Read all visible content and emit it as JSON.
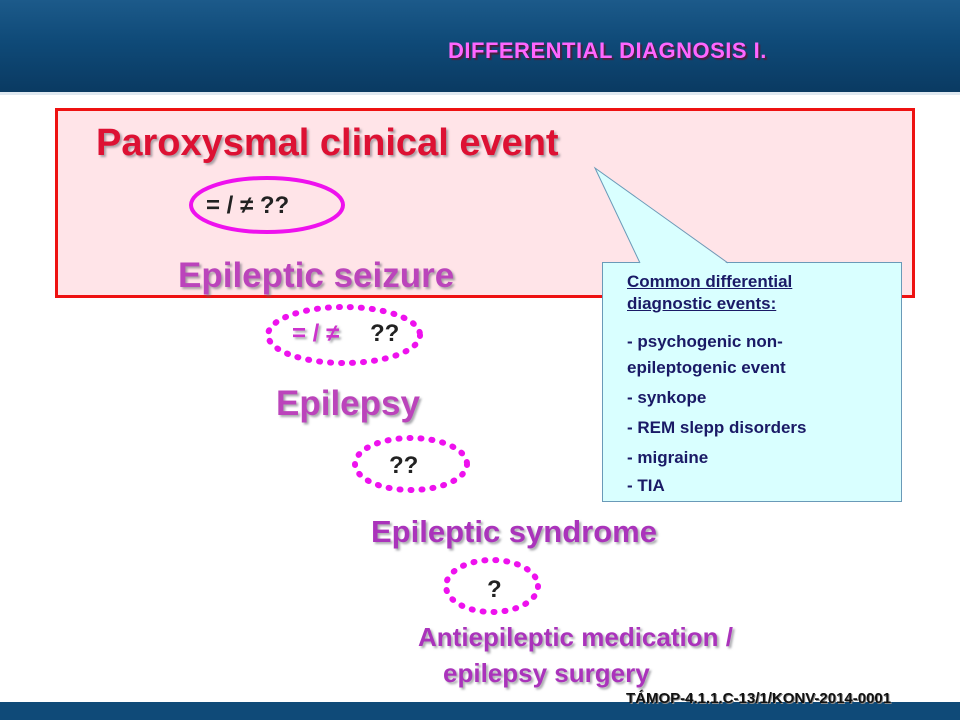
{
  "slide": {
    "title": "DIFFERENTIAL DIAGNOSIS I.",
    "footer": "TÁMOP-4.1.1.C-13/1/KONV-2014-0001"
  },
  "flow": {
    "event": "Paroxysmal clinical event",
    "relation1": "= / ≠ ??",
    "seizure": "Epileptic seizure",
    "relation2_symbols": "= / ≠",
    "relation2_marks": "??",
    "epilepsy": "Epilepsy",
    "relation3": "??",
    "syndrome": "Epileptic syndrome",
    "relation4": "?",
    "treatment_line1": "Antiepileptic medication /",
    "treatment_line2": "epilepsy surgery"
  },
  "callout": {
    "heading_line1": "Common differential",
    "heading_line2": "diagnostic events:",
    "items": [
      "- psychogenic non-",
      "epileptogenic event",
      "- synkope",
      "- REM slepp disorders",
      "- migraine",
      "- TIA"
    ]
  }
}
